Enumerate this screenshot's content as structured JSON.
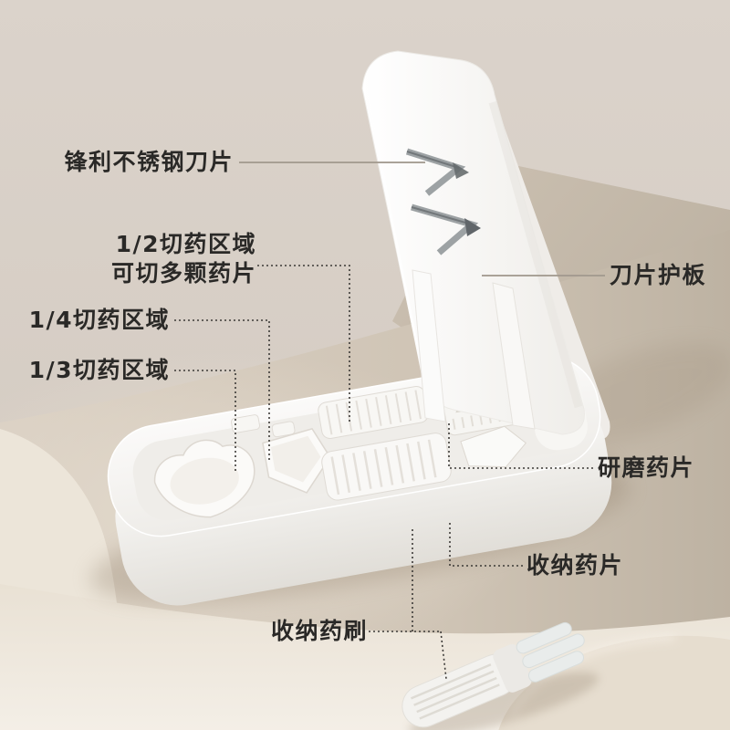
{
  "annotations": {
    "blade": {
      "text": "锋利不锈钢刀片"
    },
    "half": {
      "line1": "1/2切药区域",
      "line2": "可切多颗药片"
    },
    "quarter": {
      "text": "1/4切药区域"
    },
    "third": {
      "text": "1/3切药区域"
    },
    "guard": {
      "text": "刀片护板"
    },
    "grind": {
      "text": "研磨药片"
    },
    "store_pills": {
      "text": "收纳药片"
    },
    "store_brush": {
      "text": "收纳药刷"
    }
  },
  "colors": {
    "label_text": "#2a2927",
    "leader_dotted": "#3c3a37",
    "leader_solid": "#a29a8f",
    "wall": "#d8d0c8",
    "table_dark": "#bdb2a2",
    "pedestal_light": "#d9cfc2",
    "foreground": "#efe8dd",
    "product": "#ffffff",
    "blade_steel": "#9da2a4"
  }
}
